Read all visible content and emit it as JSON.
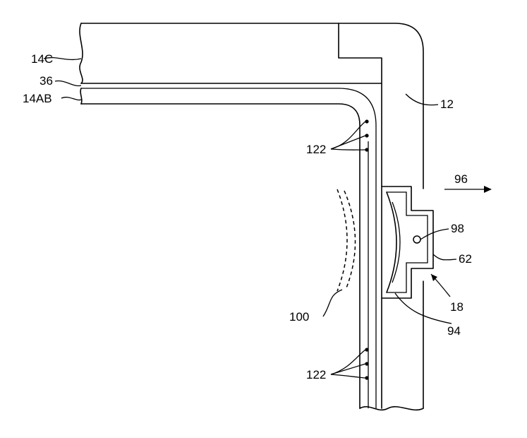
{
  "labels": {
    "l14c": "14C",
    "l36": "36",
    "l14ab": "14AB",
    "l12": "12",
    "l122a": "122",
    "l96": "96",
    "l98": "98",
    "l62": "62",
    "l18": "18",
    "l100": "100",
    "l94": "94",
    "l122b": "122"
  },
  "colors": {
    "ink": "#000000",
    "paper": "#ffffff"
  }
}
